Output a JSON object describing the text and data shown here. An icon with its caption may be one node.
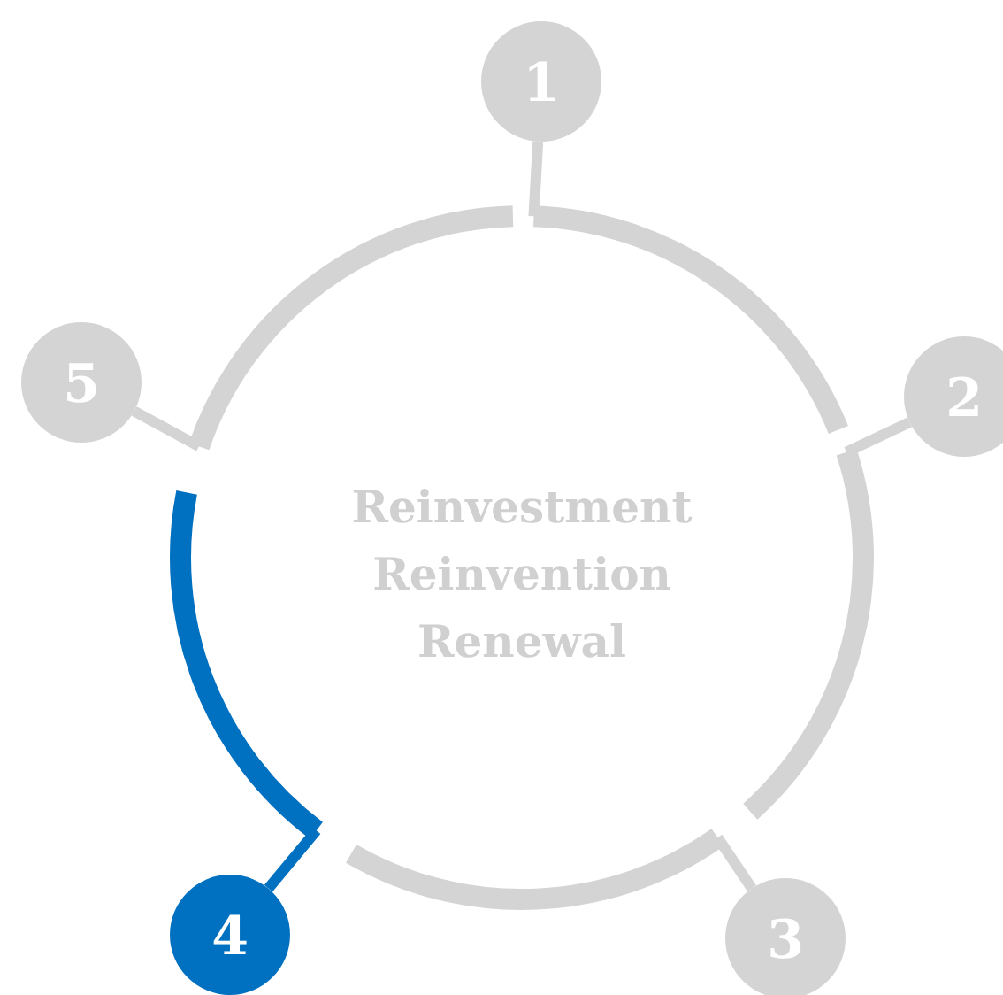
{
  "diagram": {
    "nodes": [
      {
        "text": [
          "1"
        ]
      },
      {
        "text": [
          "2"
        ]
      },
      {
        "text": [
          "3"
        ]
      },
      {
        "text": [
          "4"
        ]
      },
      {
        "text": [
          "5"
        ]
      },
      {
        "text": [],
        "shape": "arc"
      },
      {
        "text": [],
        "shape": "arc"
      },
      {
        "text": [],
        "shape": "arc"
      },
      {
        "text": [],
        "shape": "arc"
      },
      {
        "text": [],
        "shape": "arc"
      }
    ],
    "edges": [
      {
        "from": 0,
        "to": 5,
        "arrow": "none"
      },
      {
        "from": 1,
        "to": 6,
        "arrow": "none"
      },
      {
        "from": 2,
        "to": 7,
        "arrow": "none"
      },
      {
        "from": 3,
        "to": 8,
        "arrow": "none",
        "color": "#0070c0"
      },
      {
        "from": 4,
        "to": 9,
        "arrow": "none"
      }
    ],
    "labels": [
      "Reinvestment Reinvention Renewal"
    ]
  }
}
